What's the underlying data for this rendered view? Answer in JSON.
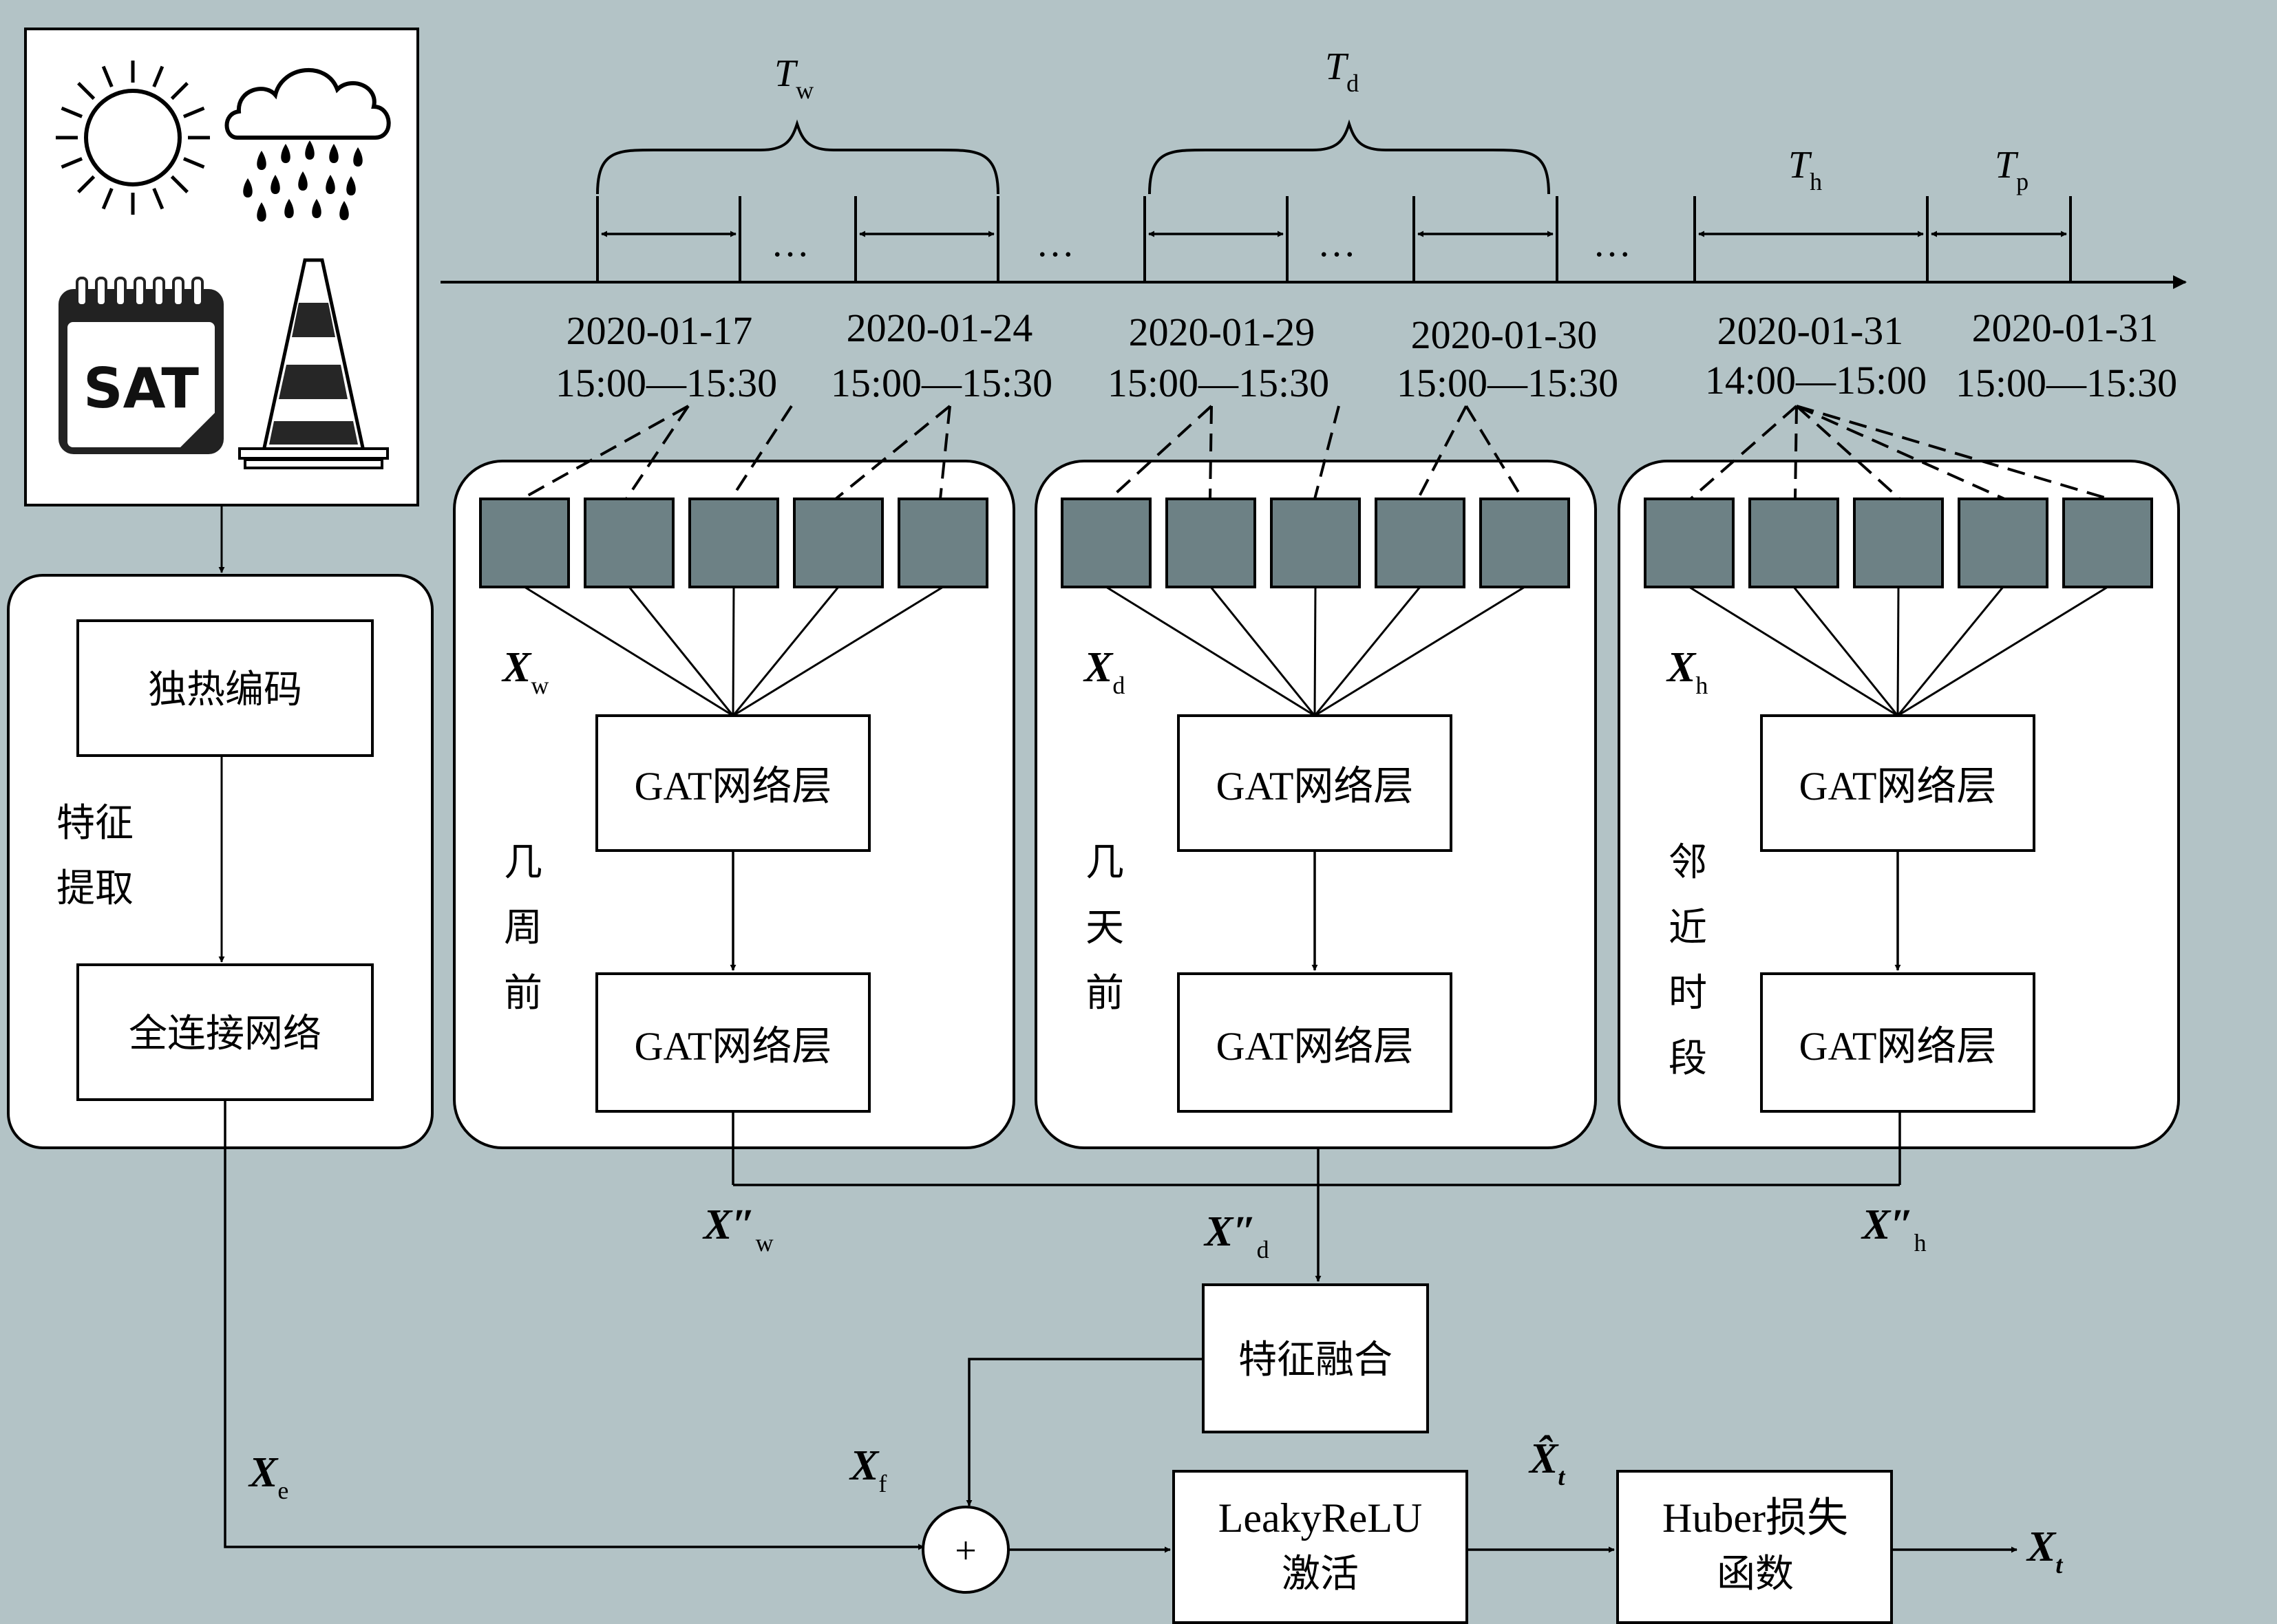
{
  "timeline": {
    "periods": [
      {
        "symbol": "T",
        "sub": "w"
      },
      {
        "symbol": "T",
        "sub": "d"
      },
      {
        "symbol": "T",
        "sub": "h"
      },
      {
        "symbol": "T",
        "sub": "p"
      }
    ],
    "ellipsis": "…",
    "dates": [
      {
        "date": "2020-01-17",
        "time": "15:00—15:30"
      },
      {
        "date": "2020-01-24",
        "time": "15:00—15:30"
      },
      {
        "date": "2020-01-29",
        "time": "15:00—15:30"
      },
      {
        "date": "2020-01-30",
        "time": "15:00—15:30"
      },
      {
        "date": "2020-01-31",
        "time": "14:00—15:00"
      },
      {
        "date": "2020-01-31",
        "time": "15:00—15:30"
      }
    ]
  },
  "external": {
    "icons": [
      "sun-icon",
      "rain-cloud-icon",
      "calendar-sat-icon",
      "traffic-cone-icon"
    ],
    "calendar_text": "SAT",
    "onehot_label": "独热编码",
    "feature_label": [
      "特征",
      "提取"
    ],
    "fc_label": "全连接网络"
  },
  "branches": [
    {
      "input": {
        "main": "X",
        "sub": "w"
      },
      "side": [
        "几",
        "周",
        "前"
      ],
      "gat1": "GAT网络层",
      "gat2": "GAT网络层",
      "output": {
        "main": "X″",
        "sub": "w"
      }
    },
    {
      "input": {
        "main": "X",
        "sub": "d"
      },
      "side": [
        "几",
        "天",
        "前"
      ],
      "gat1": "GAT网络层",
      "gat2": "GAT网络层",
      "output": {
        "main": "X″",
        "sub": "d"
      }
    },
    {
      "input": {
        "main": "X",
        "sub": "h"
      },
      "side": [
        "邻",
        "近",
        "时",
        "段"
      ],
      "gat1": "GAT网络层",
      "gat2": "GAT网络层",
      "output": {
        "main": "X″",
        "sub": "h"
      }
    }
  ],
  "fusion": {
    "label": "特征融合",
    "xe": {
      "main": "X",
      "sub": "e"
    },
    "xf": {
      "main": "X",
      "sub": "f"
    },
    "plus": "+",
    "act": [
      "LeakyReLU",
      "激活"
    ],
    "xhat": {
      "main": "X̂",
      "sub": "t"
    },
    "loss": [
      "Huber损失",
      "函数"
    ],
    "xt": {
      "main": "X",
      "sub": "t"
    }
  }
}
